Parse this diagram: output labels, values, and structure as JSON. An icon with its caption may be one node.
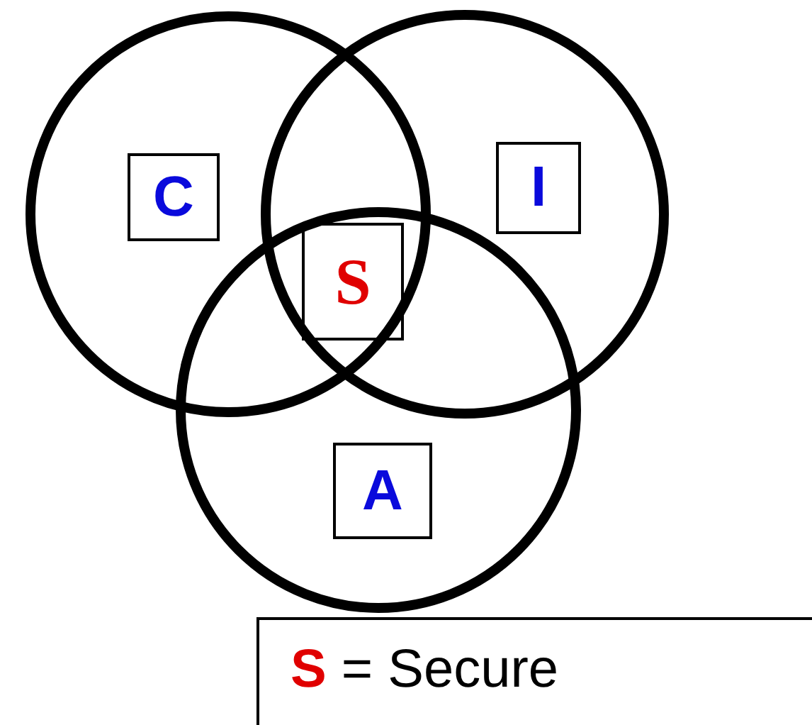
{
  "diagram": {
    "nodes": [
      {
        "text": [],
        "shape": "circle"
      },
      {
        "text": [],
        "shape": "circle"
      },
      {
        "text": [],
        "shape": "circle"
      },
      {
        "text": [
          "C"
        ],
        "in": 0
      },
      {
        "text": [
          "I"
        ],
        "in": 1
      },
      {
        "text": [
          "S"
        ]
      },
      {
        "text": [
          "A"
        ],
        "in": 2
      }
    ],
    "edges": [],
    "labels": [
      "**S** = Secure"
    ]
  }
}
